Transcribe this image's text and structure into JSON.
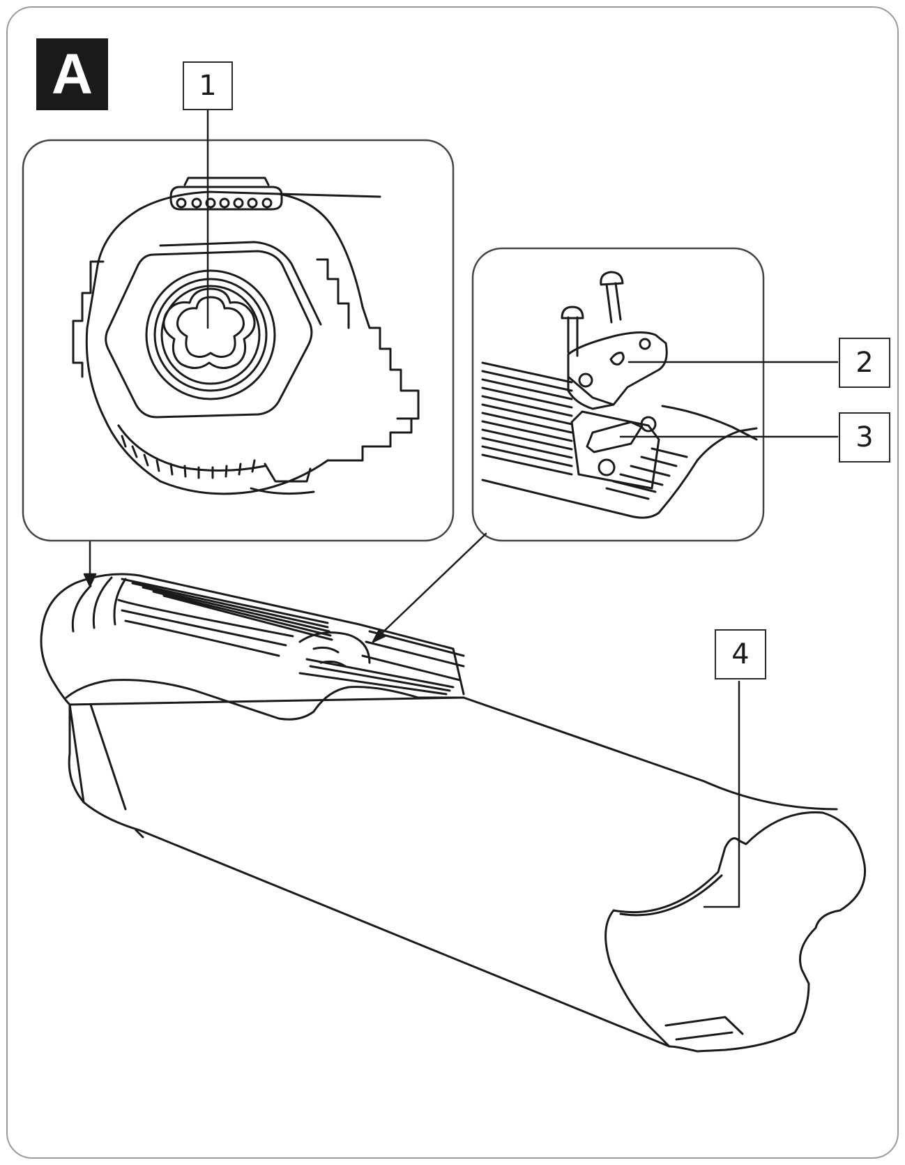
{
  "figure": {
    "panel_letter": "A",
    "callouts": [
      {
        "id": "1",
        "label": "1"
      },
      {
        "id": "2",
        "label": "2"
      },
      {
        "id": "3",
        "label": "3"
      },
      {
        "id": "4",
        "label": "4"
      }
    ]
  },
  "colors": {
    "line": "#1a1a1a",
    "frame": "#9a9a9a",
    "badge_bg": "#1a1a1a",
    "badge_text": "#ffffff",
    "background": "#ffffff"
  }
}
